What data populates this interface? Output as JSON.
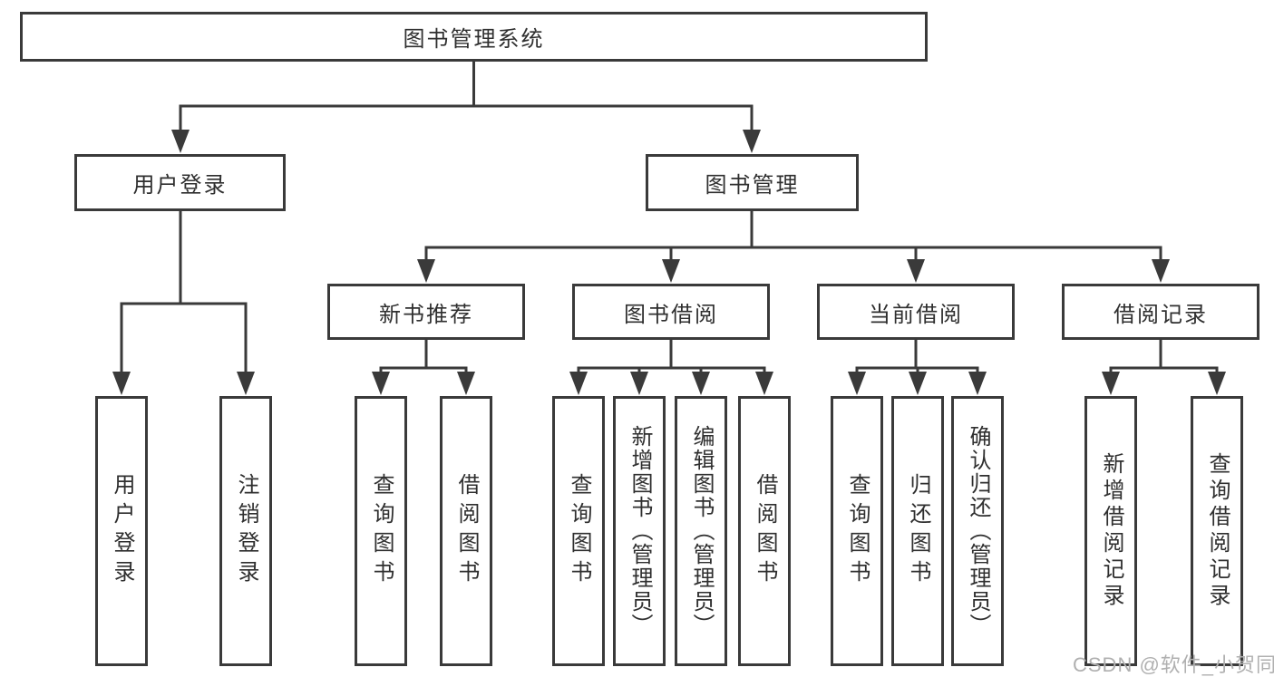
{
  "diagram": {
    "title": "图书管理系统",
    "root": {
      "label": "图书管理系统",
      "children": [
        {
          "label": "用户登录",
          "children": [
            {
              "label": "用户登录"
            },
            {
              "label": "注销登录"
            }
          ]
        },
        {
          "label": "图书管理",
          "children": [
            {
              "label": "新书推荐",
              "children": [
                {
                  "label": "查询图书"
                },
                {
                  "label": "借阅图书"
                }
              ]
            },
            {
              "label": "图书借阅",
              "children": [
                {
                  "label": "查询图书"
                },
                {
                  "label": "新增图书（管理员）"
                },
                {
                  "label": "编辑图书（管理员）"
                },
                {
                  "label": "借阅图书"
                }
              ]
            },
            {
              "label": "当前借阅",
              "children": [
                {
                  "label": "查询图书"
                },
                {
                  "label": "归还图书"
                },
                {
                  "label": "确认归还（管理员）"
                }
              ]
            },
            {
              "label": "借阅记录",
              "children": [
                {
                  "label": "新增借阅记录"
                },
                {
                  "label": "查询借阅记录"
                }
              ]
            }
          ]
        }
      ]
    }
  },
  "watermark": {
    "text": "CSDN @软件_小贺同学",
    "color": "#b0b0b0"
  },
  "colors": {
    "line": "#3a3a3a",
    "box_border": "#3a3a3a",
    "text": "#2f2f2f",
    "background": "#ffffff"
  }
}
